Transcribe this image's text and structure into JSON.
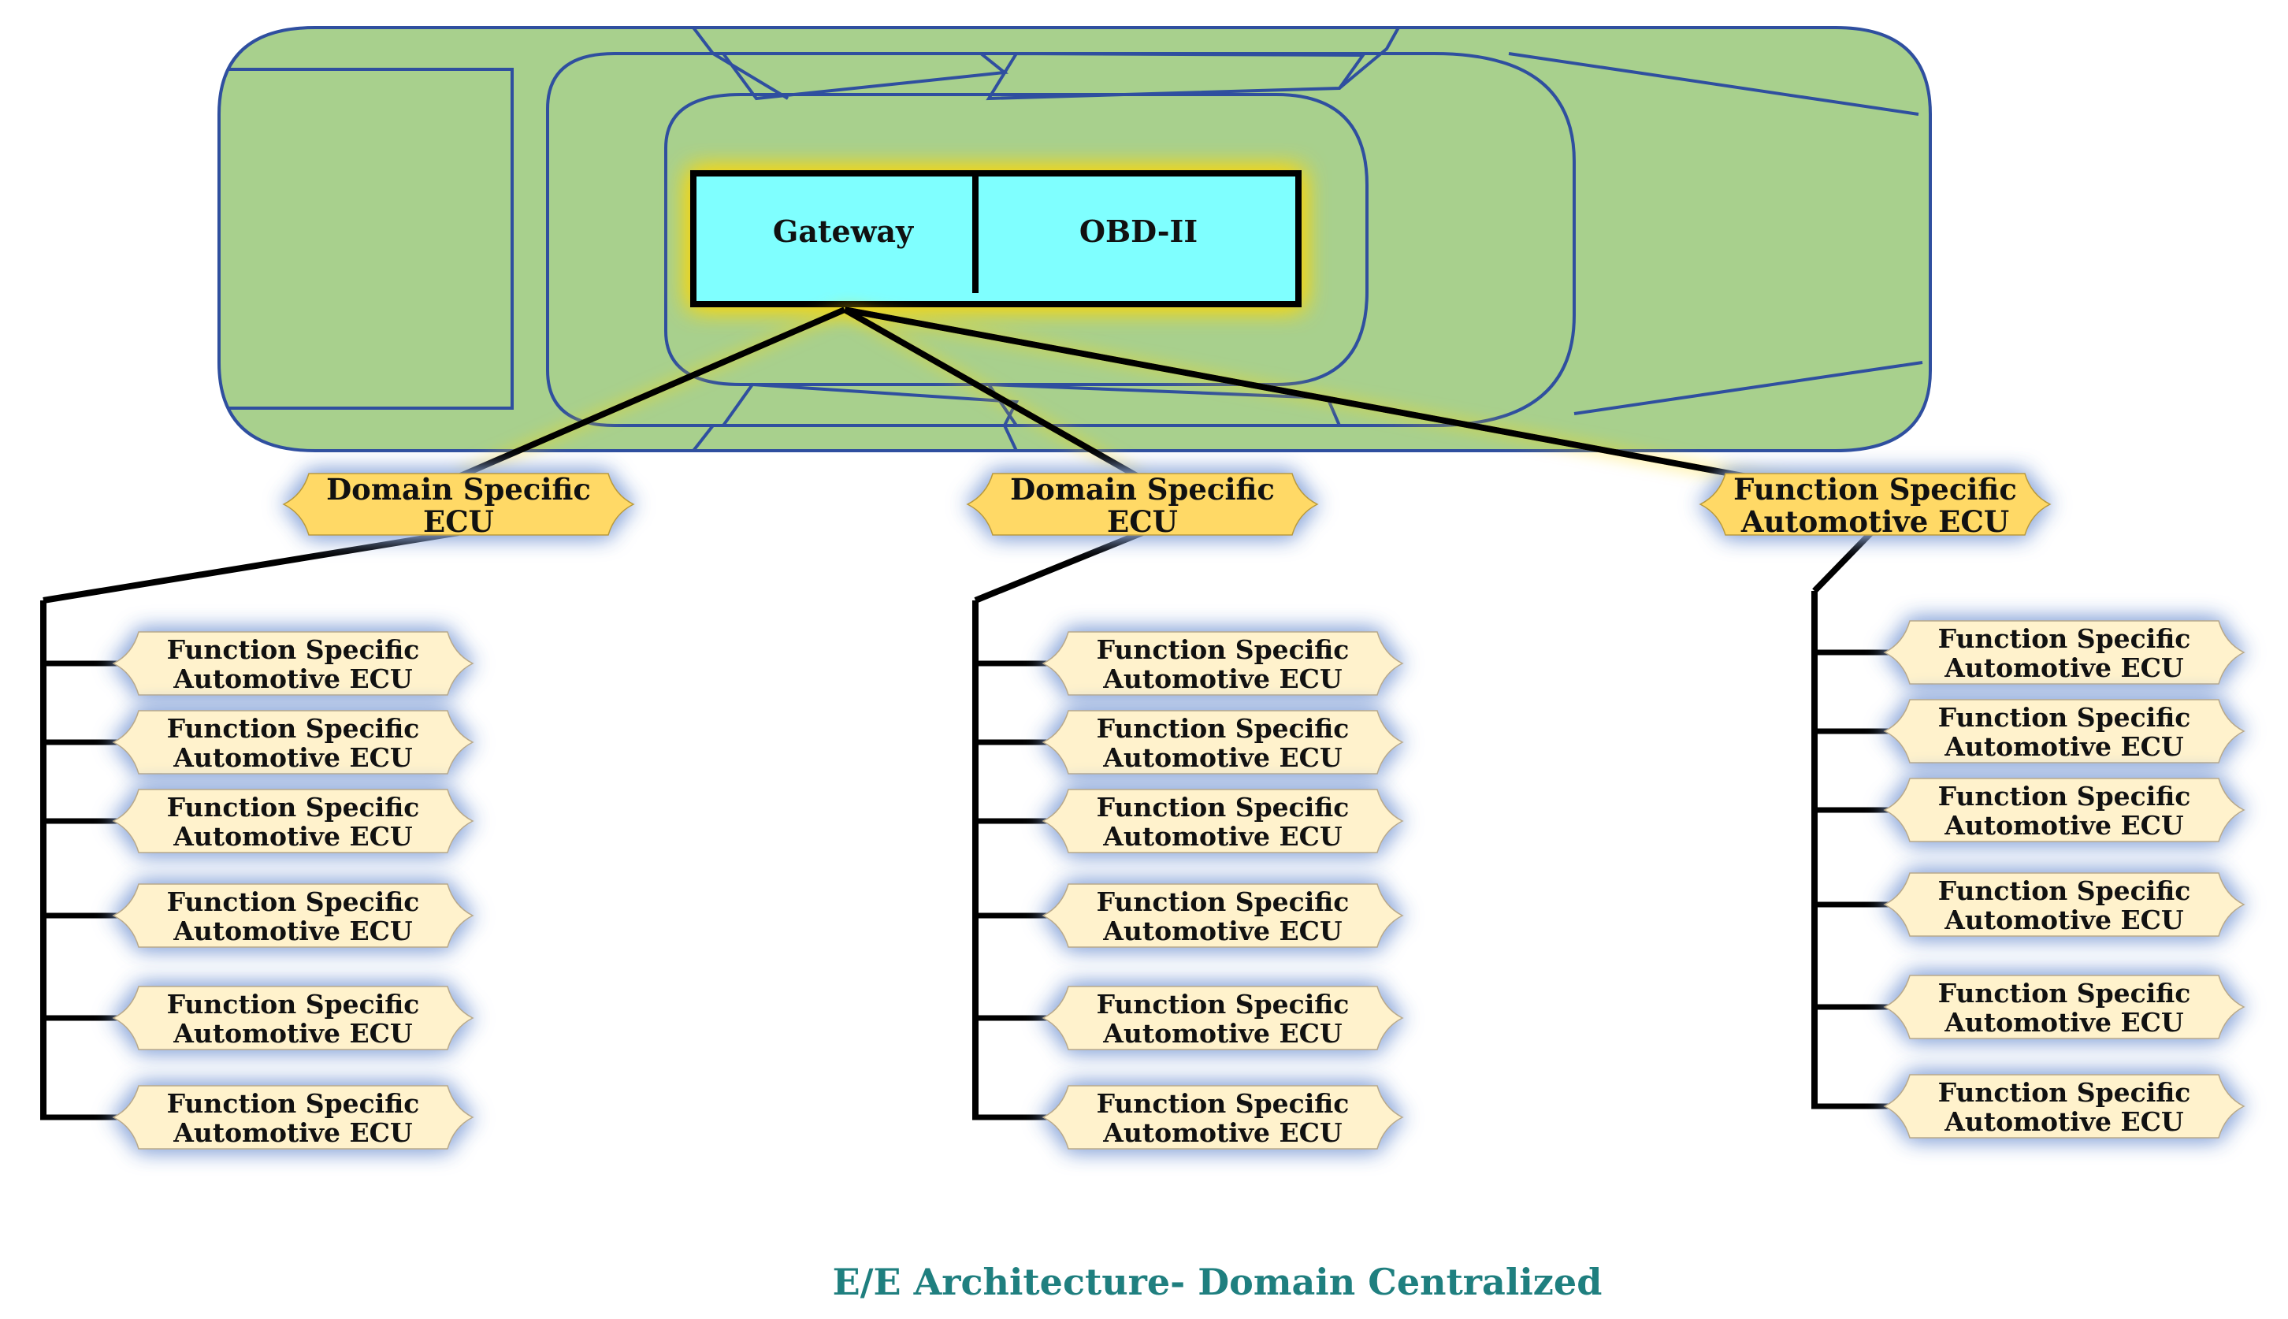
{
  "gateway_box": {
    "gateway_label": "Gateway",
    "obd_label": "OBD-II"
  },
  "domains": [
    {
      "label_line1": "Domain Specific",
      "label_line2": "ECU",
      "children": [
        {
          "line1": "Function Specific",
          "line2": "Automotive ECU"
        },
        {
          "line1": "Function Specific",
          "line2": "Automotive ECU"
        },
        {
          "line1": "Function Specific",
          "line2": "Automotive ECU"
        },
        {
          "line1": "Function Specific",
          "line2": "Automotive ECU"
        },
        {
          "line1": "Function Specific",
          "line2": "Automotive ECU"
        },
        {
          "line1": "Function Specific",
          "line2": "Automotive ECU"
        }
      ]
    },
    {
      "label_line1": "Domain Specific",
      "label_line2": "ECU",
      "children": [
        {
          "line1": "Function Specific",
          "line2": "Automotive ECU"
        },
        {
          "line1": "Function Specific",
          "line2": "Automotive ECU"
        },
        {
          "line1": "Function Specific",
          "line2": "Automotive ECU"
        },
        {
          "line1": "Function Specific",
          "line2": "Automotive ECU"
        },
        {
          "line1": "Function Specific",
          "line2": "Automotive ECU"
        },
        {
          "line1": "Function Specific",
          "line2": "Automotive ECU"
        }
      ]
    },
    {
      "label_line1": "Function Specific",
      "label_line2": "Automotive ECU",
      "children": [
        {
          "line1": "Function Specific",
          "line2": "Automotive ECU"
        },
        {
          "line1": "Function Specific",
          "line2": "Automotive ECU"
        },
        {
          "line1": "Function Specific",
          "line2": "Automotive ECU"
        },
        {
          "line1": "Function Specific",
          "line2": "Automotive ECU"
        },
        {
          "line1": "Function Specific",
          "line2": "Automotive ECU"
        },
        {
          "line1": "Function Specific",
          "line2": "Automotive ECU"
        }
      ]
    }
  ],
  "caption": "E/E Architecture- Domain Centralized",
  "colors": {
    "car_body": "#a8d08d",
    "car_outline": "#2f4f9f",
    "gateway_fill": "#7fffff",
    "domain_badge": "#ffd966",
    "child_badge": "#fff2cc",
    "blue_glow": "#8ea9db",
    "yellow_glow": "#ffd700",
    "caption": "#1f7f7f"
  }
}
